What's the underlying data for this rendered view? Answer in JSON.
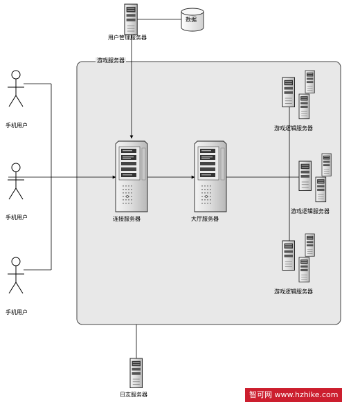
{
  "labels": {
    "user_mgmt_server": "用户管理服务器",
    "database": "数据",
    "game_server_group": "游戏服务器",
    "connect_server": "连接服务器",
    "lobby_server": "大厅服务器",
    "log_server": "日志服务器",
    "mobile_user_1": "手机用户",
    "mobile_user_2": "手机用户",
    "mobile_user_3": "手机用户",
    "game_logic_server_1": "游戏逻辑服务器",
    "game_logic_server_2": "游戏逻辑服务器",
    "game_logic_server_3": "游戏逻辑服务器"
  },
  "watermark": "智可网 www.hzhike.com",
  "colors": {
    "group_fill": "#e8e8e8",
    "group_stroke": "#444444",
    "server_body": "#d4d4d4",
    "server_dark": "#333333",
    "line": "#000000",
    "watermark_bg": "#cc1e2e"
  }
}
